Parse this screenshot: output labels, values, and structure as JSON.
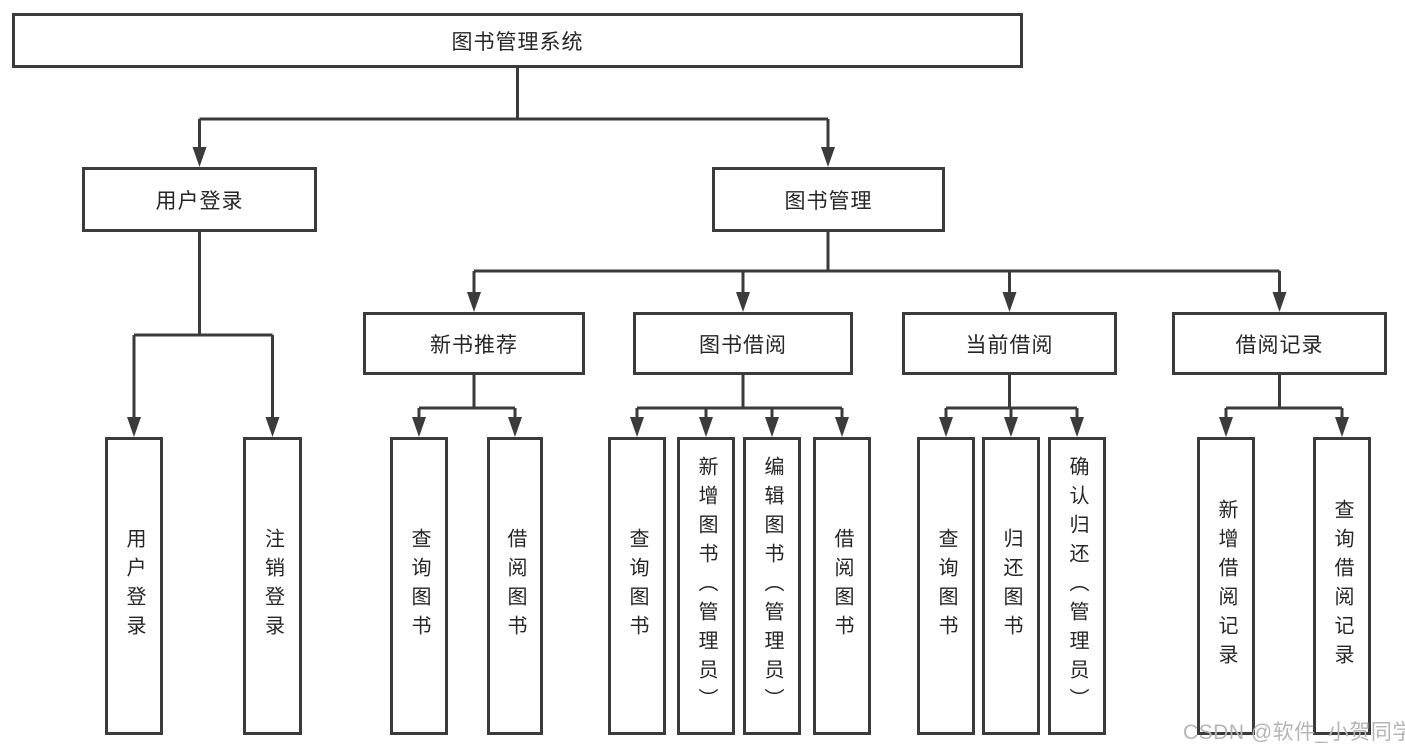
{
  "diagram": {
    "root": {
      "label": "图书管理系统"
    },
    "level2": {
      "user_login": {
        "label": "用户登录"
      },
      "book_management": {
        "label": "图书管理"
      }
    },
    "level3": {
      "new_book_recommend": {
        "label": "新书推荐"
      },
      "book_borrow": {
        "label": "图书借阅"
      },
      "current_borrow": {
        "label": "当前借阅"
      },
      "borrow_records": {
        "label": "借阅记录"
      }
    },
    "leaves": {
      "login": {
        "label": "用户登录"
      },
      "logout": {
        "label": "注销登录"
      },
      "nb_query": {
        "label": "查询图书"
      },
      "nb_borrow": {
        "label": "借阅图书"
      },
      "bb_query": {
        "label": "查询图书"
      },
      "bb_add": {
        "label": "新增图书（管理员）"
      },
      "bb_edit": {
        "label": "编辑图书（管理员）"
      },
      "bb_borrow": {
        "label": "借阅图书"
      },
      "cb_query": {
        "label": "查询图书"
      },
      "cb_return": {
        "label": "归还图书"
      },
      "cb_confirm": {
        "label": "确认归还（管理员）"
      },
      "br_add": {
        "label": "新增借阅记录"
      },
      "br_query": {
        "label": "查询借阅记录"
      }
    }
  },
  "watermark": {
    "text": "CSDN @软件_小贺同学"
  },
  "colors": {
    "line": "#3b3b3b",
    "box_border": "#3b3b3b",
    "text": "#262626",
    "watermark": "#b5b5b5",
    "background": "#ffffff"
  }
}
